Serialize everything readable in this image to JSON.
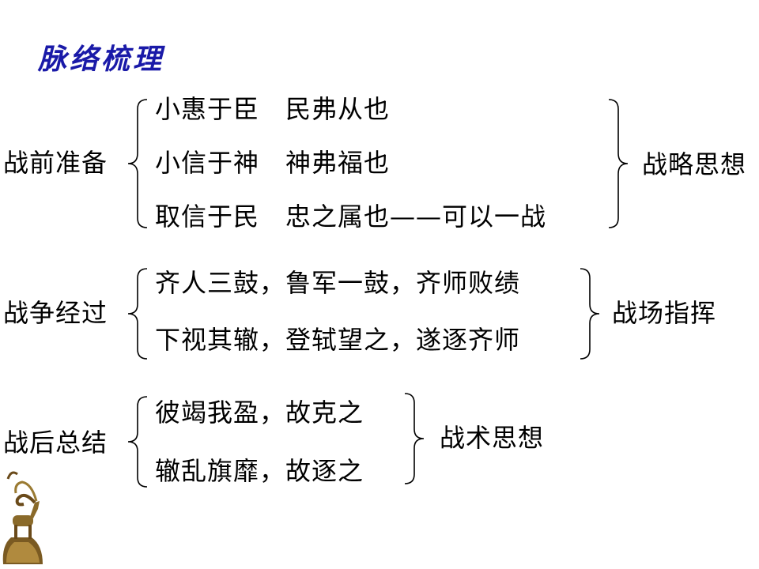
{
  "title": "脉络梳理",
  "sections": [
    {
      "left": "战前准备",
      "lines": [
        "小惠于臣　民弗从也",
        "小信于神　神弗福也",
        "取信于民　忠之属也——可以一战"
      ],
      "right": "战略思想"
    },
    {
      "left": "战争经过",
      "lines": [
        "齐人三鼓，鲁军一鼓，齐师败绩",
        "下视其辙，登轼望之，遂逐齐师"
      ],
      "right": "战场指挥"
    },
    {
      "left": "战后总结",
      "lines": [
        "彼竭我盈，故克之",
        "辙乱旗靡，故逐之"
      ],
      "right": "战术思想"
    }
  ],
  "decoration": "goat-bronze-figure",
  "colors": {
    "title": "#1a1aa8",
    "text": "#000000"
  }
}
